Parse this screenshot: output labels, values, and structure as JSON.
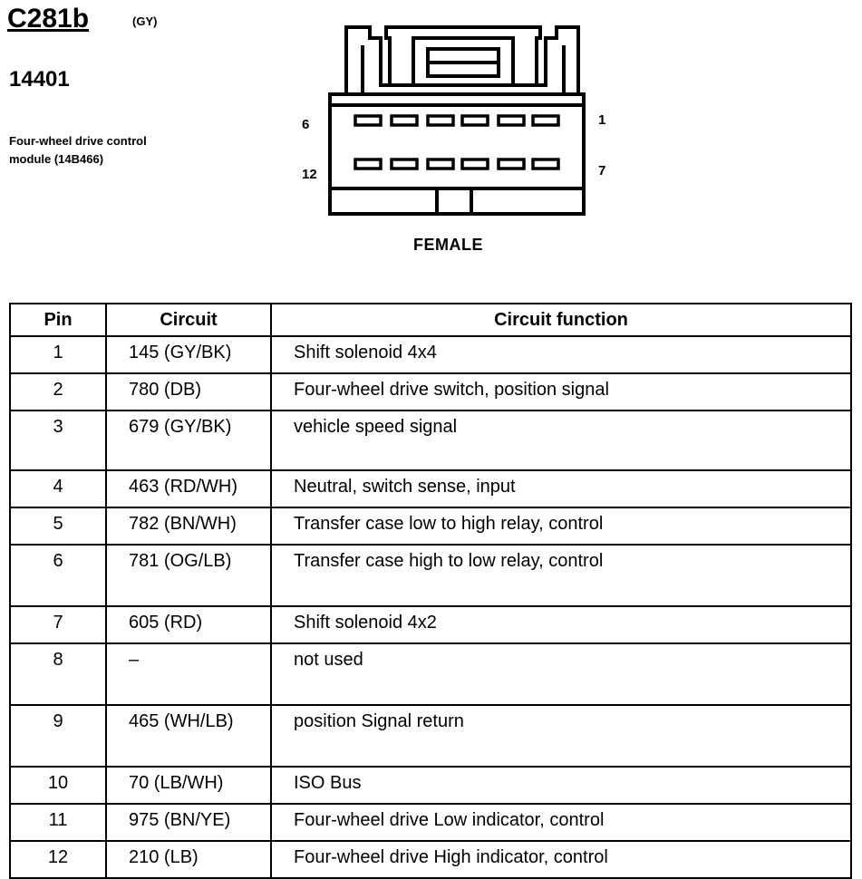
{
  "header": {
    "connector": "C281b",
    "color": "(GY)",
    "part_number": "14401",
    "description_line1": "Four-wheel drive control",
    "description_line2": "module (14B466)"
  },
  "diagram": {
    "label_left_top": "6",
    "label_left_bottom": "12",
    "label_right_top": "1",
    "label_right_bottom": "7",
    "gender": "FEMALE"
  },
  "table": {
    "headers": [
      "Pin",
      "Circuit",
      "Circuit function"
    ],
    "rows": [
      {
        "pin": "1",
        "circuit": "145 (GY/BK)",
        "function": "Shift solenoid 4x4"
      },
      {
        "pin": "2",
        "circuit": "780 (DB)",
        "function": "Four-wheel drive switch, position signal"
      },
      {
        "pin": "3",
        "circuit": "679 (GY/BK)",
        "function": "vehicle speed signal"
      },
      {
        "pin": "4",
        "circuit": "463 (RD/WH)",
        "function": "Neutral, switch sense, input"
      },
      {
        "pin": "5",
        "circuit": "782 (BN/WH)",
        "function": "Transfer case low to high relay, control"
      },
      {
        "pin": "6",
        "circuit": "781 (OG/LB)",
        "function": "Transfer case high to low relay, control"
      },
      {
        "pin": "7",
        "circuit": "605 (RD)",
        "function": "Shift solenoid 4x2"
      },
      {
        "pin": "8",
        "circuit": "–",
        "function": "not used"
      },
      {
        "pin": "9",
        "circuit": "465 (WH/LB)",
        "function": "position Signal return"
      },
      {
        "pin": "10",
        "circuit": "70 (LB/WH)",
        "function": "ISO Bus"
      },
      {
        "pin": "11",
        "circuit": "975 (BN/YE)",
        "function": "Four-wheel drive Low indicator, control"
      },
      {
        "pin": "12",
        "circuit": "210 (LB)",
        "function": "Four-wheel drive High indicator, control"
      }
    ]
  }
}
